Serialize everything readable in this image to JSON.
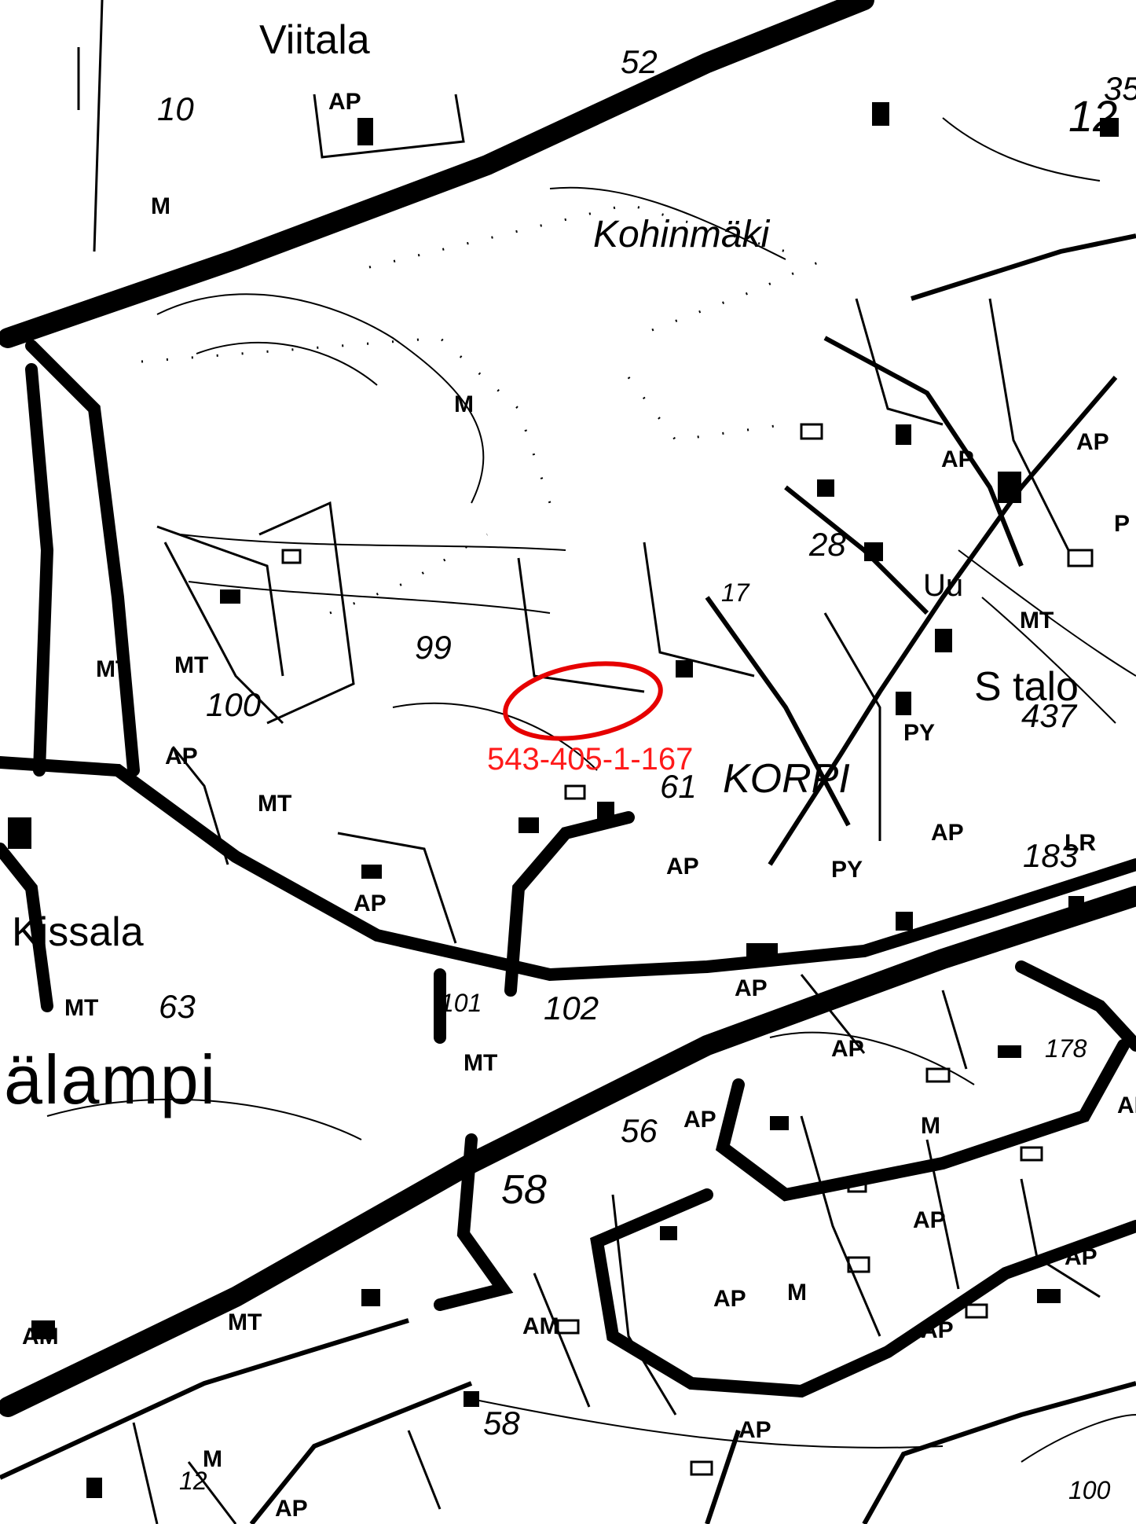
{
  "colors": {
    "ink": "#000000",
    "paper": "#ffffff",
    "highlight": "#e60000"
  },
  "highlight": {
    "parcel_id": "543-405-1-167"
  },
  "place_names": {
    "viitala": "Viitala",
    "kohinmaki": "Kohinmäki",
    "kissala": "Kissala",
    "alampi": "älampi",
    "s_talo": "S talo",
    "korpi": "KORPI",
    "uu": "Uu"
  },
  "zone_labels": {
    "ap_top": "AP",
    "m_top": "M",
    "m_center": "M",
    "mt_left": "MT",
    "mt_left2": "MT",
    "ap_left": "AP",
    "mt_mid": "MT",
    "ap_mid": "AP",
    "mt_right": "MT",
    "ap_right1": "AP",
    "ap_right2": "AP",
    "p_right": "P",
    "py": "PY",
    "ap_korpi": "AP",
    "lr": "LR",
    "ap_center": "AP",
    "ap_center2": "AP",
    "mt_lower_left": "MT",
    "mt_center": "MT",
    "ap_56": "AP",
    "m_lower": "M",
    "ap_lower_right": "AP",
    "ap_far_right": "AP",
    "ap_lower1": "AP",
    "m_lower2": "M",
    "ap_lower2": "AP",
    "am_lower": "AM",
    "mt_bottom": "MT",
    "am_left": "AM",
    "ap_bottom1": "AP",
    "m_bottom": "M",
    "ap_bottom2": "AP",
    "ap_bottom3": "AP",
    "ap_bottom4": "AP",
    "py2": "PY"
  },
  "elevation_labels": {
    "e10": "10",
    "e52": "52",
    "e12": "12",
    "e35": "35",
    "e99": "99",
    "e100": "100",
    "e28": "28",
    "e1": "17",
    "e61": "61",
    "e437": "437",
    "e63": "63",
    "e101": "101",
    "e102": "102",
    "e183": "183",
    "e56": "56",
    "e58a": "58",
    "e58b": "58",
    "e178": "178",
    "e12b": "12",
    "e100b": "100"
  }
}
